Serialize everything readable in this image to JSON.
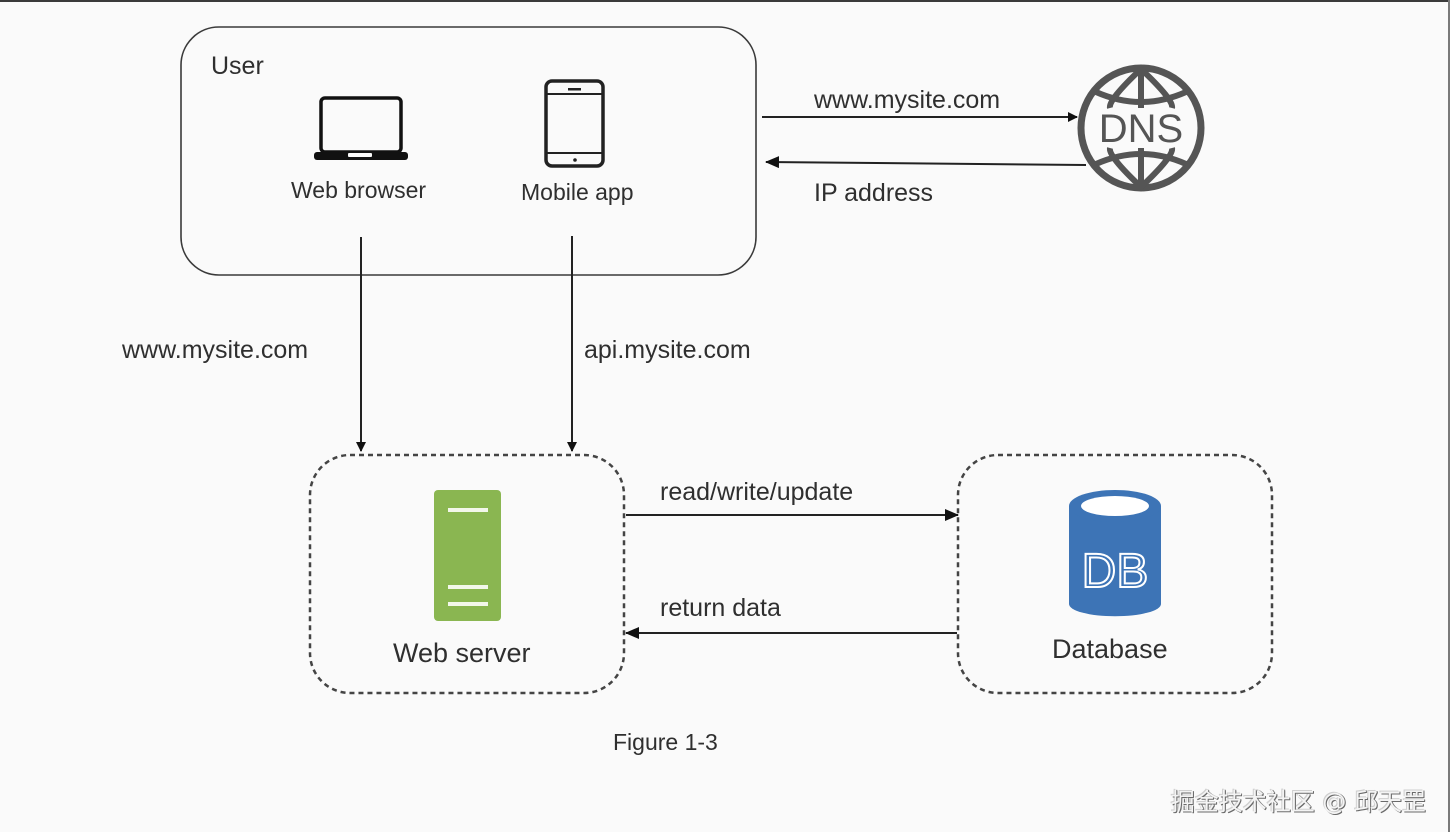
{
  "diagram": {
    "user_group": {
      "title": "User",
      "clients": [
        {
          "label": "Web browser",
          "icon": "laptop-icon"
        },
        {
          "label": "Mobile app",
          "icon": "smartphone-icon"
        }
      ]
    },
    "dns": {
      "label": "DNS",
      "icon": "globe-icon"
    },
    "web_server": {
      "label": "Web server",
      "icon": "server-icon",
      "color": "#8ab651"
    },
    "database": {
      "label": "Database",
      "icon_text": "DB",
      "icon": "database-icon",
      "color": "#3d74b6"
    },
    "edges": {
      "user_to_dns": "www.mysite.com",
      "dns_to_user": "IP address",
      "browser_to_server": "www.mysite.com",
      "app_to_server": "api.mysite.com",
      "server_to_db": "read/write/update",
      "db_to_server": "return data"
    },
    "caption": "Figure 1-3"
  },
  "watermark": "掘金技术社区 @ 邱天罡"
}
